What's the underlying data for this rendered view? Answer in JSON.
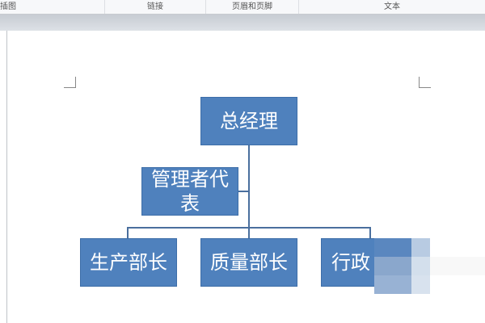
{
  "ribbon": {
    "groups": [
      "插图",
      "链接",
      "页眉和页脚",
      "文本"
    ]
  },
  "org_chart": {
    "top": "总经理",
    "assistant": "管理者代表",
    "children": [
      "生产部长",
      "质量部长",
      "行政"
    ]
  },
  "colors": {
    "box": "#4f81bd",
    "line": "#4a6f9e"
  }
}
